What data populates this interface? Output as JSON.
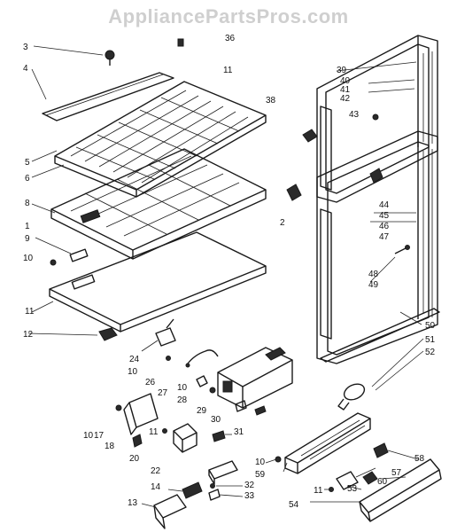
{
  "watermark": "AppliancePartsPros.com",
  "labels": [
    {
      "id": "3",
      "text": "3"
    },
    {
      "id": "36",
      "text": "36"
    },
    {
      "id": "4",
      "text": "4"
    },
    {
      "id": "11a",
      "text": "11"
    },
    {
      "id": "38",
      "text": "38"
    },
    {
      "id": "5",
      "text": "5"
    },
    {
      "id": "6",
      "text": "6"
    },
    {
      "id": "8",
      "text": "8"
    },
    {
      "id": "1",
      "text": "1"
    },
    {
      "id": "9",
      "text": "9"
    },
    {
      "id": "10a",
      "text": "10"
    },
    {
      "id": "11b",
      "text": "11"
    },
    {
      "id": "12",
      "text": "12"
    },
    {
      "id": "24",
      "text": "24"
    },
    {
      "id": "10b",
      "text": "10"
    },
    {
      "id": "26",
      "text": "26"
    },
    {
      "id": "27",
      "text": "27"
    },
    {
      "id": "10c",
      "text": "10"
    },
    {
      "id": "28",
      "text": "28"
    },
    {
      "id": "29",
      "text": "29"
    },
    {
      "id": "30",
      "text": "30"
    },
    {
      "id": "31",
      "text": "31"
    },
    {
      "id": "10d",
      "text": "10"
    },
    {
      "id": "17",
      "text": "17"
    },
    {
      "id": "18",
      "text": "18"
    },
    {
      "id": "11c",
      "text": "11"
    },
    {
      "id": "20",
      "text": "20"
    },
    {
      "id": "22",
      "text": "22"
    },
    {
      "id": "14",
      "text": "14"
    },
    {
      "id": "32",
      "text": "32"
    },
    {
      "id": "33",
      "text": "33"
    },
    {
      "id": "13",
      "text": "13"
    },
    {
      "id": "10e",
      "text": "10"
    },
    {
      "id": "59",
      "text": "59"
    },
    {
      "id": "11d",
      "text": "11"
    },
    {
      "id": "54",
      "text": "54"
    },
    {
      "id": "53",
      "text": "53"
    },
    {
      "id": "60",
      "text": "60"
    },
    {
      "id": "57",
      "text": "57"
    },
    {
      "id": "58",
      "text": "58"
    },
    {
      "id": "39",
      "text": "39"
    },
    {
      "id": "40",
      "text": "40"
    },
    {
      "id": "41",
      "text": "41"
    },
    {
      "id": "42",
      "text": "42"
    },
    {
      "id": "43",
      "text": "43"
    },
    {
      "id": "2",
      "text": "2"
    },
    {
      "id": "44",
      "text": "44"
    },
    {
      "id": "45",
      "text": "45"
    },
    {
      "id": "46",
      "text": "46"
    },
    {
      "id": "47",
      "text": "47"
    },
    {
      "id": "48",
      "text": "48"
    },
    {
      "id": "49",
      "text": "49"
    },
    {
      "id": "50",
      "text": "50"
    },
    {
      "id": "51",
      "text": "51"
    },
    {
      "id": "52",
      "text": "52"
    }
  ]
}
